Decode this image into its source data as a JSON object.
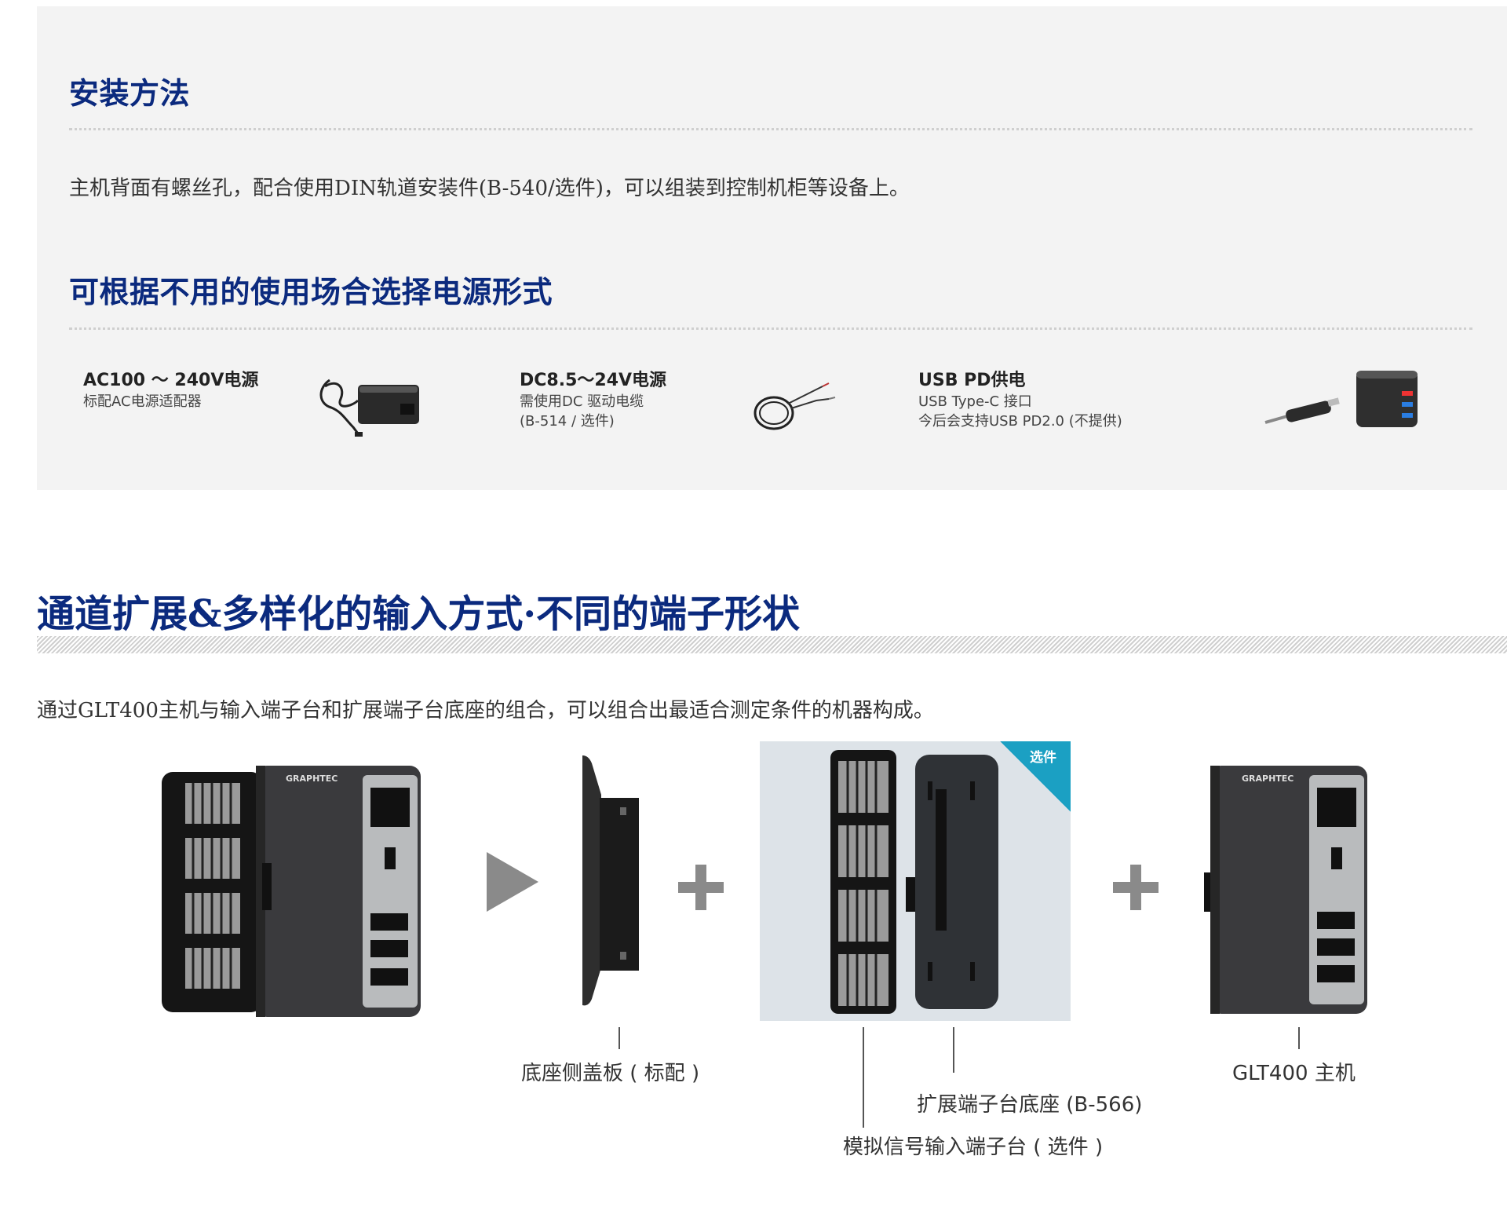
{
  "install": {
    "title": "安装方法",
    "text": "主机背面有螺丝孔，配合使用DIN轨道安装件(B-540/选件)，可以组装到控制机柜等设备上。"
  },
  "power": {
    "title": "可根据不用的使用场合选择电源形式",
    "options": [
      {
        "title": "AC100 〜 240V电源",
        "lines": [
          "标配AC电源适配器"
        ]
      },
      {
        "title": "DC8.5〜24V电源",
        "lines": [
          "需使用DC 驱动电缆",
          "(B-514 / 选件)"
        ]
      },
      {
        "title": "USB PD供电",
        "lines": [
          "USB Type-C 接口",
          "今后会支持USB PD2.0 (不提供)"
        ]
      }
    ]
  },
  "expansion": {
    "title": "通道扩展&多样化的输入方式·不同的端子形状",
    "text": "通过GLT400主机与输入端子台和扩展端子台底座的组合，可以组合出最适合测定条件的机器构成。",
    "brand": "GRAPHTEC",
    "option_badge": "选件",
    "labels": {
      "side_cover": "底座侧盖板 ( 标配 )",
      "base": "扩展端子台底座 (B-566)",
      "terminal": "模拟信号输入端子台 ( 选件 )",
      "main": "GLT400 主机"
    }
  },
  "colors": {
    "heading": "#0b2a7e",
    "panel": "#f3f3f3",
    "accent": "#1ba0c3"
  }
}
